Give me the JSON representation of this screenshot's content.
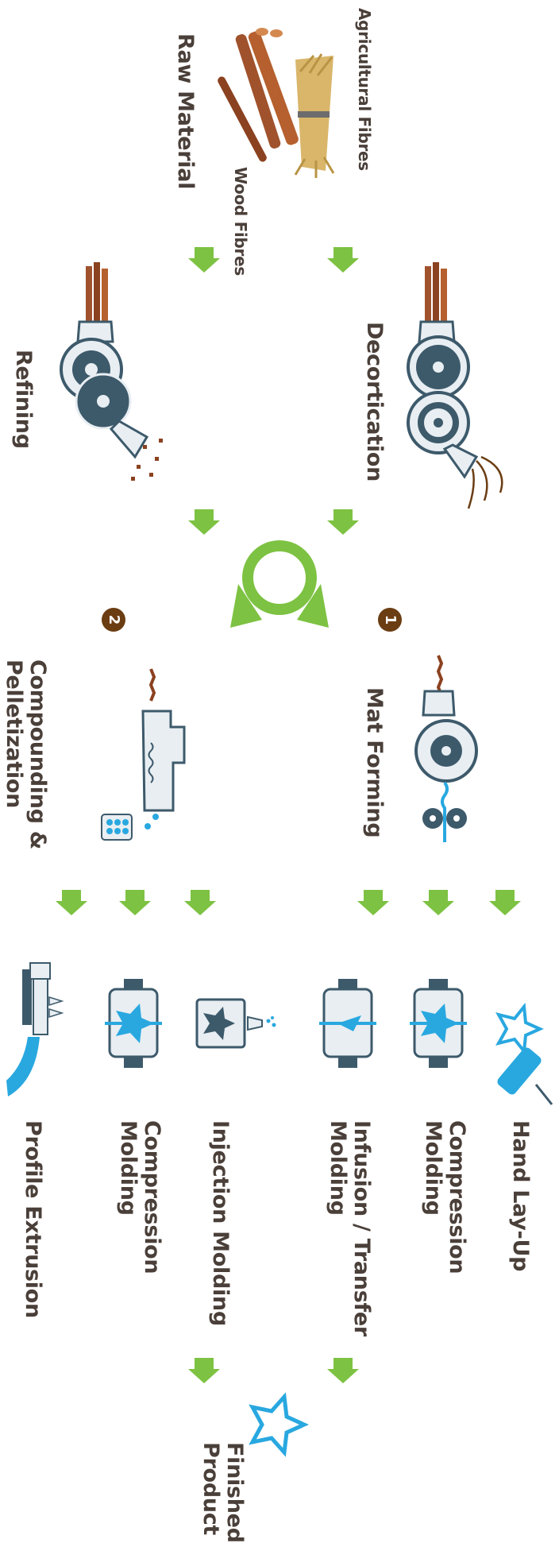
{
  "raw": {
    "agricultural_fibres": "Agricultural Fibres",
    "wood_fibres": "Wood Fibres",
    "raw_material": "Raw Material"
  },
  "stage1": {
    "decortication": "Decortication",
    "refining": "Refining"
  },
  "stage2": {
    "badge_1": "1",
    "badge_2": "2",
    "mat_forming": "Mat Forming",
    "compounding_line1": "Compounding &",
    "compounding_line2": "Pelletization"
  },
  "processes": {
    "hand_layup": "Hand Lay-Up",
    "compression_a_line1": "Compression",
    "compression_a_line2": "Molding",
    "infusion_line1": "Infusion / Transfer",
    "infusion_line2": "Molding",
    "injection": "Injection Molding",
    "compression_b_line1": "Compression",
    "compression_b_line2": "Molding",
    "profile_extrusion": "Profile Extrusion"
  },
  "final": {
    "line1": "Finished",
    "line2": "Product"
  },
  "colors": {
    "arrow_green": "#7dc242",
    "machine_slate": "#3d5a6b",
    "accent_blue": "#29a8e0",
    "fibre_brown": "#a0522d",
    "text": "#4a3f39",
    "badge": "#6b3d12"
  }
}
